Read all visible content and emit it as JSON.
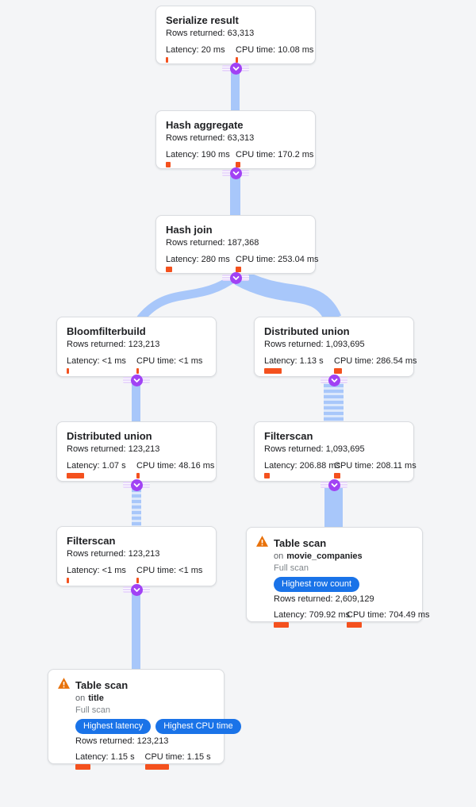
{
  "colors": {
    "background": "#f4f5f7",
    "edge_blue": "#a8c7fa",
    "edge_stripe_light": "#dce8fb",
    "connector_purple": "#a142f4",
    "connector_strip_lavender": "#e8d8fb",
    "metric_bar_orange": "#f4511e",
    "badge_blue": "#1a73e8",
    "warning_orange": "#e8710a"
  },
  "nodes": {
    "serialize": {
      "title": "Serialize result",
      "rows": "Rows returned: 63,313",
      "latency": "Latency: 20 ms",
      "cpu": "CPU time: 10.08 ms",
      "latency_bar": 3,
      "cpu_bar": 3
    },
    "hash_aggregate": {
      "title": "Hash aggregate",
      "rows": "Rows returned: 63,313",
      "latency": "Latency: 190 ms",
      "cpu": "CPU time: 170.2 ms",
      "latency_bar": 6,
      "cpu_bar": 6
    },
    "hash_join": {
      "title": "Hash join",
      "rows": "Rows returned: 187,368",
      "latency": "Latency: 280 ms",
      "cpu": "CPU time: 253.04 ms",
      "latency_bar": 8,
      "cpu_bar": 7
    },
    "bloomfilterbuild": {
      "title": "Bloomfilterbuild",
      "rows": "Rows returned: 123,213",
      "latency": "Latency: <1 ms",
      "cpu": "CPU time: <1 ms",
      "latency_bar": 3,
      "cpu_bar": 3
    },
    "distributed_union_right": {
      "title": "Distributed union",
      "rows": "Rows returned: 1,093,695",
      "latency": "Latency: 1.13 s",
      "cpu": "CPU time: 286.54 ms",
      "latency_bar": 22,
      "cpu_bar": 10
    },
    "distributed_union_left": {
      "title": "Distributed union",
      "rows": "Rows returned: 123,213",
      "latency": "Latency: 1.07 s",
      "cpu": "CPU time: 48.16 ms",
      "latency_bar": 22,
      "cpu_bar": 4
    },
    "filterscan_right": {
      "title": "Filterscan",
      "rows": "Rows returned: 1,093,695",
      "latency": "Latency: 206.88 ms",
      "cpu": "CPU time: 208.11 ms",
      "latency_bar": 7,
      "cpu_bar": 8
    },
    "filterscan_left": {
      "title": "Filterscan",
      "rows": "Rows returned: 123,213",
      "latency": "Latency: <1 ms",
      "cpu": "CPU time: <1 ms",
      "latency_bar": 3,
      "cpu_bar": 3
    },
    "table_scan_right": {
      "title": "Table scan",
      "on_label": "on",
      "table": "movie_companies",
      "scan_type": "Full scan",
      "badge_rows": "Highest row count",
      "rows": "Rows returned: 2,609,129",
      "latency": "Latency: 709.92 ms",
      "cpu": "CPU time: 704.49 ms",
      "latency_bar": 19,
      "cpu_bar": 19
    },
    "table_scan_left": {
      "title": "Table scan",
      "on_label": "on",
      "table": "title",
      "scan_type": "Full scan",
      "badge_latency": "Highest latency",
      "badge_cpu": "Highest CPU time",
      "rows": "Rows returned: 123,213",
      "latency": "Latency: 1.15 s",
      "cpu": "CPU time: 1.15 s",
      "latency_bar": 19,
      "cpu_bar": 30
    }
  }
}
